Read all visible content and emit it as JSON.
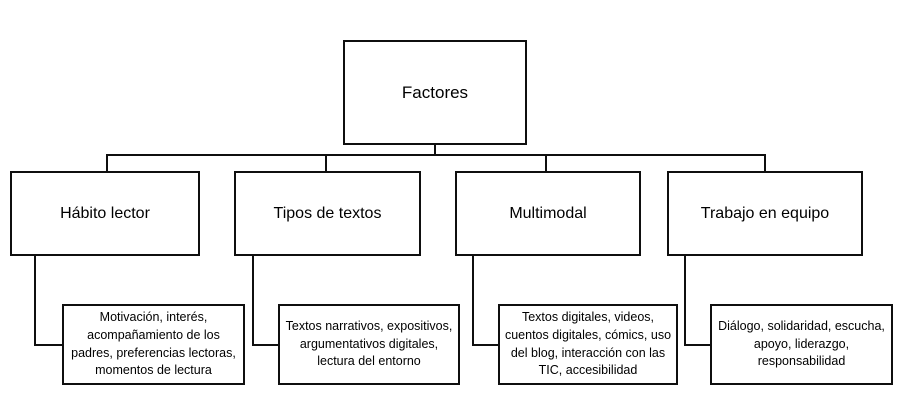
{
  "diagram": {
    "title": "Factores",
    "root": {
      "label": "Factores"
    },
    "categories": [
      {
        "label": "Hábito lector"
      },
      {
        "label": "Tipos de textos"
      },
      {
        "label": "Multimodal"
      },
      {
        "label": "Trabajo en equipo"
      }
    ],
    "details": [
      {
        "label": "Motivación, interés, acompañamiento de los padres, preferencias lectoras, momentos de lectura"
      },
      {
        "label": "Textos narrativos, expositivos, argumentativos digitales, lectura del entorno"
      },
      {
        "label": "Textos digitales, videos, cuentos digitales, cómics, uso del blog, interacción con las TIC, accesibilidad"
      },
      {
        "label": "Diálogo, solidaridad, escucha, apoyo, liderazgo, responsabilidad"
      }
    ],
    "colors": {
      "stroke": "#0f0f0f",
      "background": "#ffffff",
      "text": "#000000"
    }
  }
}
